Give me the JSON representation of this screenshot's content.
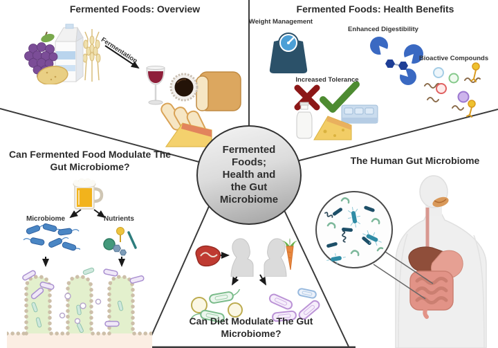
{
  "center_circle": {
    "text": "Fermented Foods; Health and the Gut Microbiome",
    "lines": [
      "Fermented",
      "Foods;",
      "Health and",
      "the Gut",
      "Microbiome"
    ]
  },
  "sections": {
    "overview": {
      "title": "Fermented Foods: Overview",
      "process_label": "Fermentation",
      "raw_icons": [
        "grapes",
        "milk-carton",
        "wheat",
        "potato"
      ],
      "product_icons": [
        "red-wine-glass",
        "soy-sauce-bowl",
        "bread-loaf",
        "cheese-wedge"
      ]
    },
    "health_benefits": {
      "title": "Fermented Foods: Health Benefits",
      "items": [
        {
          "label": "Weight Management",
          "icon": "weighing-scale"
        },
        {
          "label": "Enhanced Digestibility",
          "icon": "enzyme-molecules"
        },
        {
          "label": "Bioactive Compounds",
          "icon": "bioactive-molecules"
        },
        {
          "label": "Increased Tolerance",
          "icon": "cross-check-dairy"
        }
      ]
    },
    "fermented_food_modulation": {
      "title_lines": [
        "Can Fermented Food Modulate The",
        "Gut Microbiome?"
      ],
      "source_icon": "beer-mug",
      "branches": [
        {
          "label": "Microbiome",
          "icon": "blue-bacteria"
        },
        {
          "label": "Nutrients",
          "icon": "nutrient-molecules"
        }
      ],
      "target_icon": "intestinal-villi"
    },
    "human_gut": {
      "title": "The Human Gut Microbiome",
      "icons": [
        "human-digestive-system",
        "gut-bacteria-zoom"
      ]
    },
    "diet_modulation": {
      "title_lines": [
        "Can Diet Modulate The Gut",
        "Microbiome?"
      ],
      "icons": [
        "meat",
        "human-head-profiles",
        "carrot",
        "green-bacteria-group",
        "purple-bacteria-group"
      ]
    }
  },
  "colors": {
    "divider_line": "#3a3a3a",
    "circle_border": "#333333",
    "circle_fill_top": "#f2f2f2",
    "circle_fill_bottom": "#a0a0a0",
    "title_text": "#2b2b2b",
    "label_text": "#333333",
    "arrow": "#1a1a1a"
  }
}
